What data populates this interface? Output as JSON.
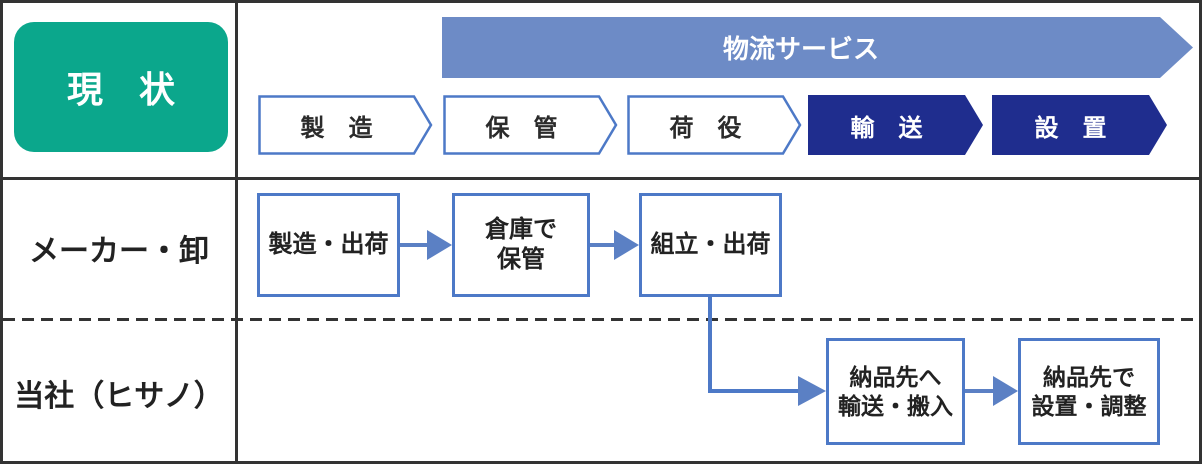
{
  "colors": {
    "teal": "#0ba78c",
    "banner": "#6d8bc6",
    "navy": "#1f2d8e",
    "box-border": "#4d79c7",
    "arrow": "#5b80c4",
    "line": "#333333",
    "text": "#222222"
  },
  "header": {
    "status": "現　状",
    "banner": "物流サービス",
    "steps": [
      {
        "label": "製　造"
      },
      {
        "label": "保　管"
      },
      {
        "label": "荷　役"
      },
      {
        "label": "輸　送"
      },
      {
        "label": "設　置"
      }
    ]
  },
  "maker_row": {
    "label": "メーカー・卸",
    "boxes": [
      {
        "lines": [
          "製造・出荷"
        ]
      },
      {
        "lines": [
          "倉庫で",
          "保管"
        ]
      },
      {
        "lines": [
          "組立・出荷"
        ]
      }
    ]
  },
  "company_row": {
    "label": "当社（ヒサノ）",
    "boxes": [
      {
        "lines": [
          "納品先へ",
          "輸送・搬入"
        ]
      },
      {
        "lines": [
          "納品先で",
          "設置・調整"
        ]
      }
    ]
  }
}
